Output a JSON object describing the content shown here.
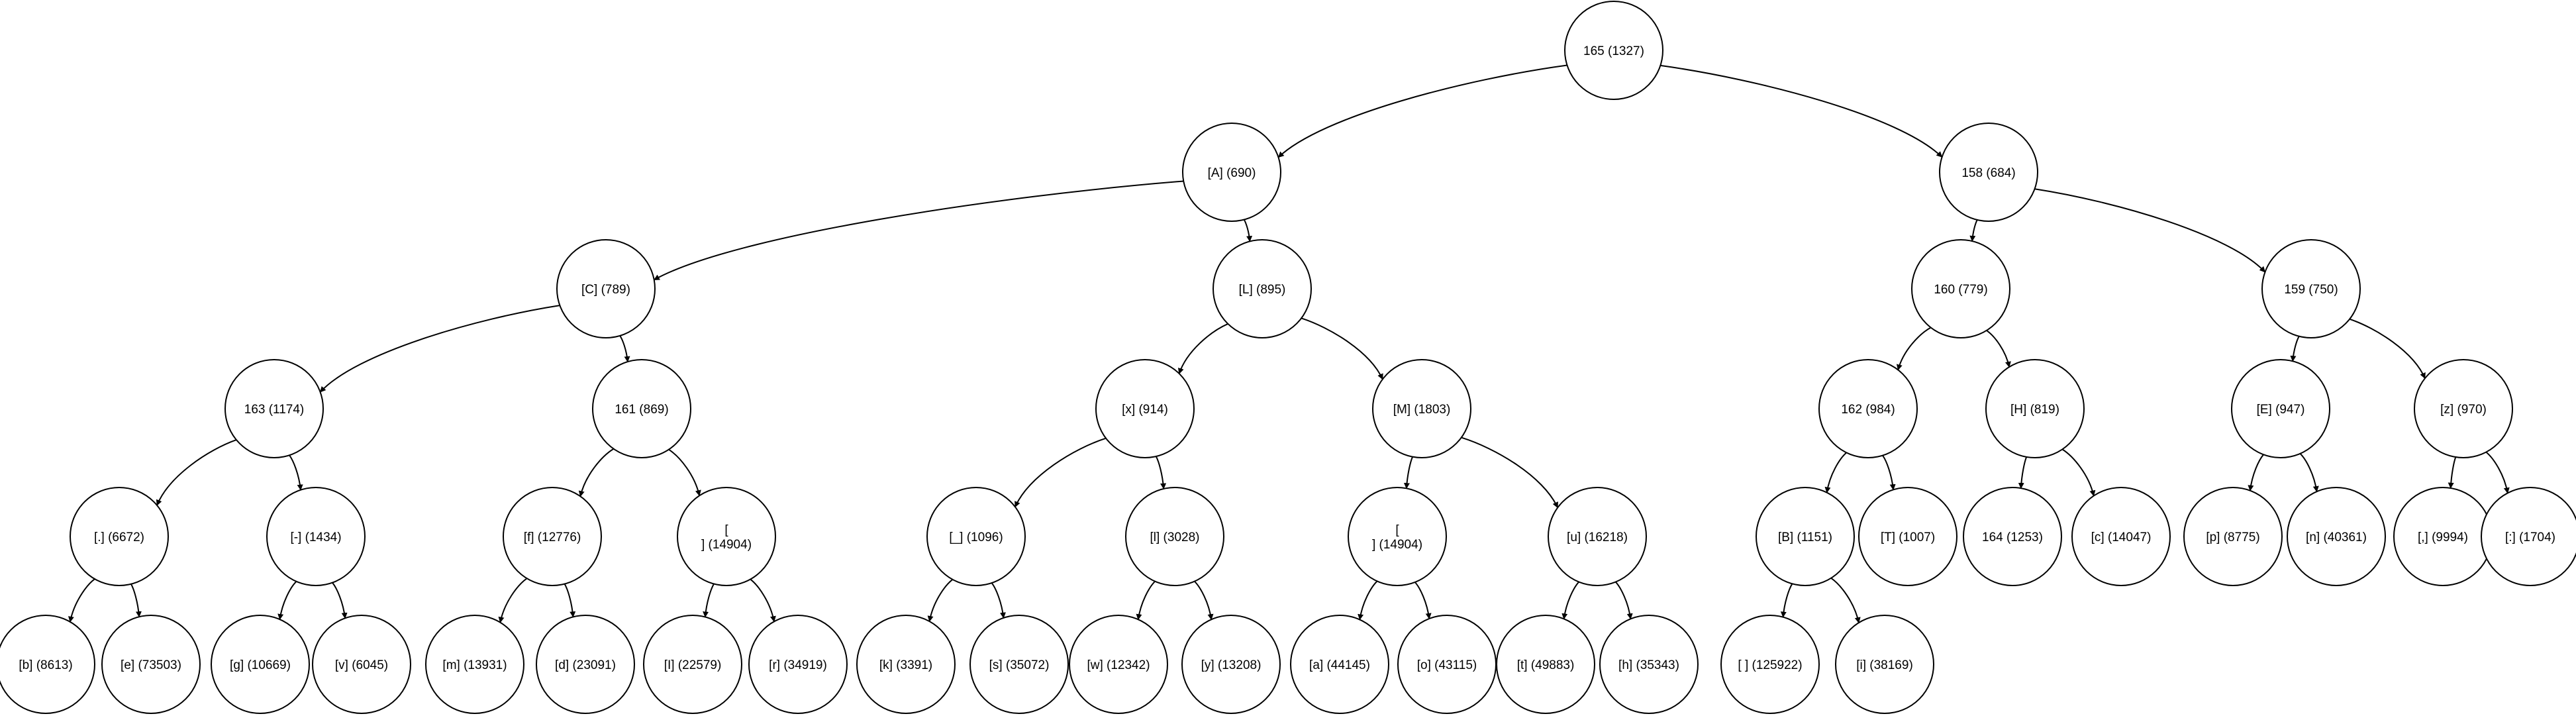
{
  "tree": {
    "nodes": [
      {
        "id": "n165",
        "label": "165 (1327)"
      },
      {
        "id": "nA",
        "label": "[A] (690)"
      },
      {
        "id": "n158",
        "label": "158 (684)"
      },
      {
        "id": "nC",
        "label": "[C] (789)"
      },
      {
        "id": "nL",
        "label": "[L] (895)"
      },
      {
        "id": "n160",
        "label": "160 (779)"
      },
      {
        "id": "n159",
        "label": "159 (750)"
      },
      {
        "id": "n163",
        "label": "163 (1174)"
      },
      {
        "id": "n161",
        "label": "161 (869)"
      },
      {
        "id": "nx",
        "label": "[x] (914)"
      },
      {
        "id": "nM",
        "label": "[M] (1803)"
      },
      {
        "id": "n162",
        "label": "162 (984)"
      },
      {
        "id": "nH",
        "label": "[H] (819)"
      },
      {
        "id": "nE",
        "label": "[E] (947)"
      },
      {
        "id": "nz",
        "label": "[z] (970)"
      },
      {
        "id": "nDot",
        "label": "[.] (6672)"
      },
      {
        "id": "nDash",
        "label": "[-] (1434)"
      },
      {
        "id": "nf",
        "label": "[f] (12776)"
      },
      {
        "id": "nNL1",
        "label": "[\n] (14904)"
      },
      {
        "id": "nUnd",
        "label": "[_] (1096)"
      },
      {
        "id": "nl",
        "label": "[l] (3028)"
      },
      {
        "id": "nNL2",
        "label": "[\n] (14904)"
      },
      {
        "id": "nu",
        "label": "[u] (16218)"
      },
      {
        "id": "nB",
        "label": "[B] (1151)"
      },
      {
        "id": "nT",
        "label": "[T] (1007)"
      },
      {
        "id": "n164",
        "label": "164 (1253)"
      },
      {
        "id": "nc",
        "label": "[c] (14047)"
      },
      {
        "id": "np",
        "label": "[p] (8775)"
      },
      {
        "id": "nn",
        "label": "[n] (40361)"
      },
      {
        "id": "nComma",
        "label": "[,] (9994)"
      },
      {
        "id": "nColon",
        "label": "[:] (1704)"
      },
      {
        "id": "nb",
        "label": "[b] (8613)"
      },
      {
        "id": "ne",
        "label": "[e] (73503)"
      },
      {
        "id": "ng",
        "label": "[g] (10669)"
      },
      {
        "id": "nv",
        "label": "[v] (6045)"
      },
      {
        "id": "nm",
        "label": "[m] (13931)"
      },
      {
        "id": "nd",
        "label": "[d] (23091)"
      },
      {
        "id": "nI",
        "label": "[I] (22579)"
      },
      {
        "id": "nr",
        "label": "[r] (34919)"
      },
      {
        "id": "nk",
        "label": "[k] (3391)"
      },
      {
        "id": "ns",
        "label": "[s] (35072)"
      },
      {
        "id": "nw",
        "label": "[w] (12342)"
      },
      {
        "id": "ny",
        "label": "[y] (13208)"
      },
      {
        "id": "na",
        "label": "[a] (44145)"
      },
      {
        "id": "no",
        "label": "[o] (43115)"
      },
      {
        "id": "nt",
        "label": "[t] (49883)"
      },
      {
        "id": "nh",
        "label": "[h] (35343)"
      },
      {
        "id": "nSpace",
        "label": "[ ] (125922)"
      },
      {
        "id": "ni",
        "label": "[i] (38169)"
      }
    ],
    "edges": [
      [
        "n165",
        "nA"
      ],
      [
        "n165",
        "n158"
      ],
      [
        "nA",
        "nC"
      ],
      [
        "nA",
        "nL"
      ],
      [
        "n158",
        "n160"
      ],
      [
        "n158",
        "n159"
      ],
      [
        "nC",
        "n163"
      ],
      [
        "nC",
        "n161"
      ],
      [
        "nL",
        "nx"
      ],
      [
        "nL",
        "nM"
      ],
      [
        "n160",
        "n162"
      ],
      [
        "n160",
        "nH"
      ],
      [
        "n159",
        "nE"
      ],
      [
        "n159",
        "nz"
      ],
      [
        "n163",
        "nDot"
      ],
      [
        "n163",
        "nDash"
      ],
      [
        "n161",
        "nf"
      ],
      [
        "n161",
        "nNL1"
      ],
      [
        "nx",
        "nUnd"
      ],
      [
        "nx",
        "nl"
      ],
      [
        "nM",
        "nNL2"
      ],
      [
        "nM",
        "nu"
      ],
      [
        "n162",
        "nB"
      ],
      [
        "n162",
        "nT"
      ],
      [
        "nH",
        "n164"
      ],
      [
        "nH",
        "nc"
      ],
      [
        "nE",
        "np"
      ],
      [
        "nE",
        "nn"
      ],
      [
        "nz",
        "nComma"
      ],
      [
        "nz",
        "nColon"
      ],
      [
        "nDot",
        "nb"
      ],
      [
        "nDot",
        "ne"
      ],
      [
        "nDash",
        "ng"
      ],
      [
        "nDash",
        "nv"
      ],
      [
        "nf",
        "nm"
      ],
      [
        "nf",
        "nd"
      ],
      [
        "nNL1",
        "nI"
      ],
      [
        "nNL1",
        "nr"
      ],
      [
        "nUnd",
        "nk"
      ],
      [
        "nUnd",
        "ns"
      ],
      [
        "nl",
        "nw"
      ],
      [
        "nl",
        "ny"
      ],
      [
        "nNL2",
        "na"
      ],
      [
        "nNL2",
        "no"
      ],
      [
        "nu",
        "nt"
      ],
      [
        "nu",
        "nh"
      ],
      [
        "nB",
        "nSpace"
      ],
      [
        "nB",
        "ni"
      ]
    ]
  }
}
